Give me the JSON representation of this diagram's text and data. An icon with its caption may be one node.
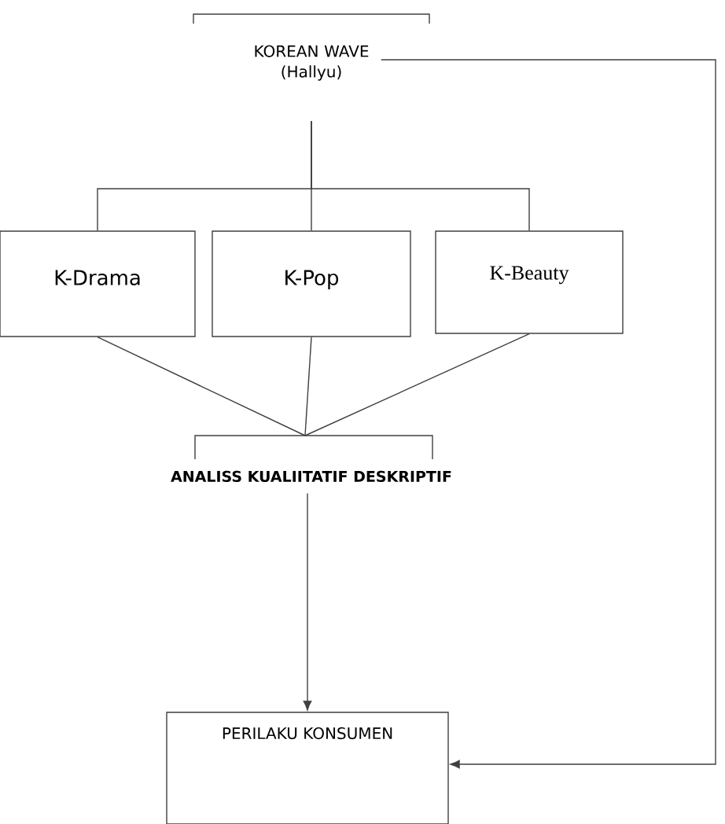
{
  "diagram": {
    "nodes": [
      {
        "text": [
          "KOREAN WAVE (Hallyu)"
        ]
      },
      {
        "text": [
          "K-Drama"
        ]
      },
      {
        "text": [
          "K-Pop"
        ]
      },
      {
        "text": [
          "K-Beauty"
        ]
      },
      {
        "text": [
          "ANALISS KUALIITATIF DESKRIPTIF"
        ]
      },
      {
        "text": [
          "PERILAKU KONSUMEN"
        ]
      }
    ],
    "edges": [
      {
        "from": 0,
        "to": 1,
        "arrow": "none"
      },
      {
        "from": 0,
        "to": 2,
        "arrow": "none"
      },
      {
        "from": 0,
        "to": 3,
        "arrow": "none"
      },
      {
        "from": 1,
        "to": 4,
        "arrow": "none"
      },
      {
        "from": 2,
        "to": 4,
        "arrow": "none"
      },
      {
        "from": 3,
        "to": 4,
        "arrow": "none"
      },
      {
        "from": 4,
        "to": 5,
        "arrow": "to"
      },
      {
        "from": 0,
        "to": 5,
        "arrow": "to"
      }
    ]
  }
}
